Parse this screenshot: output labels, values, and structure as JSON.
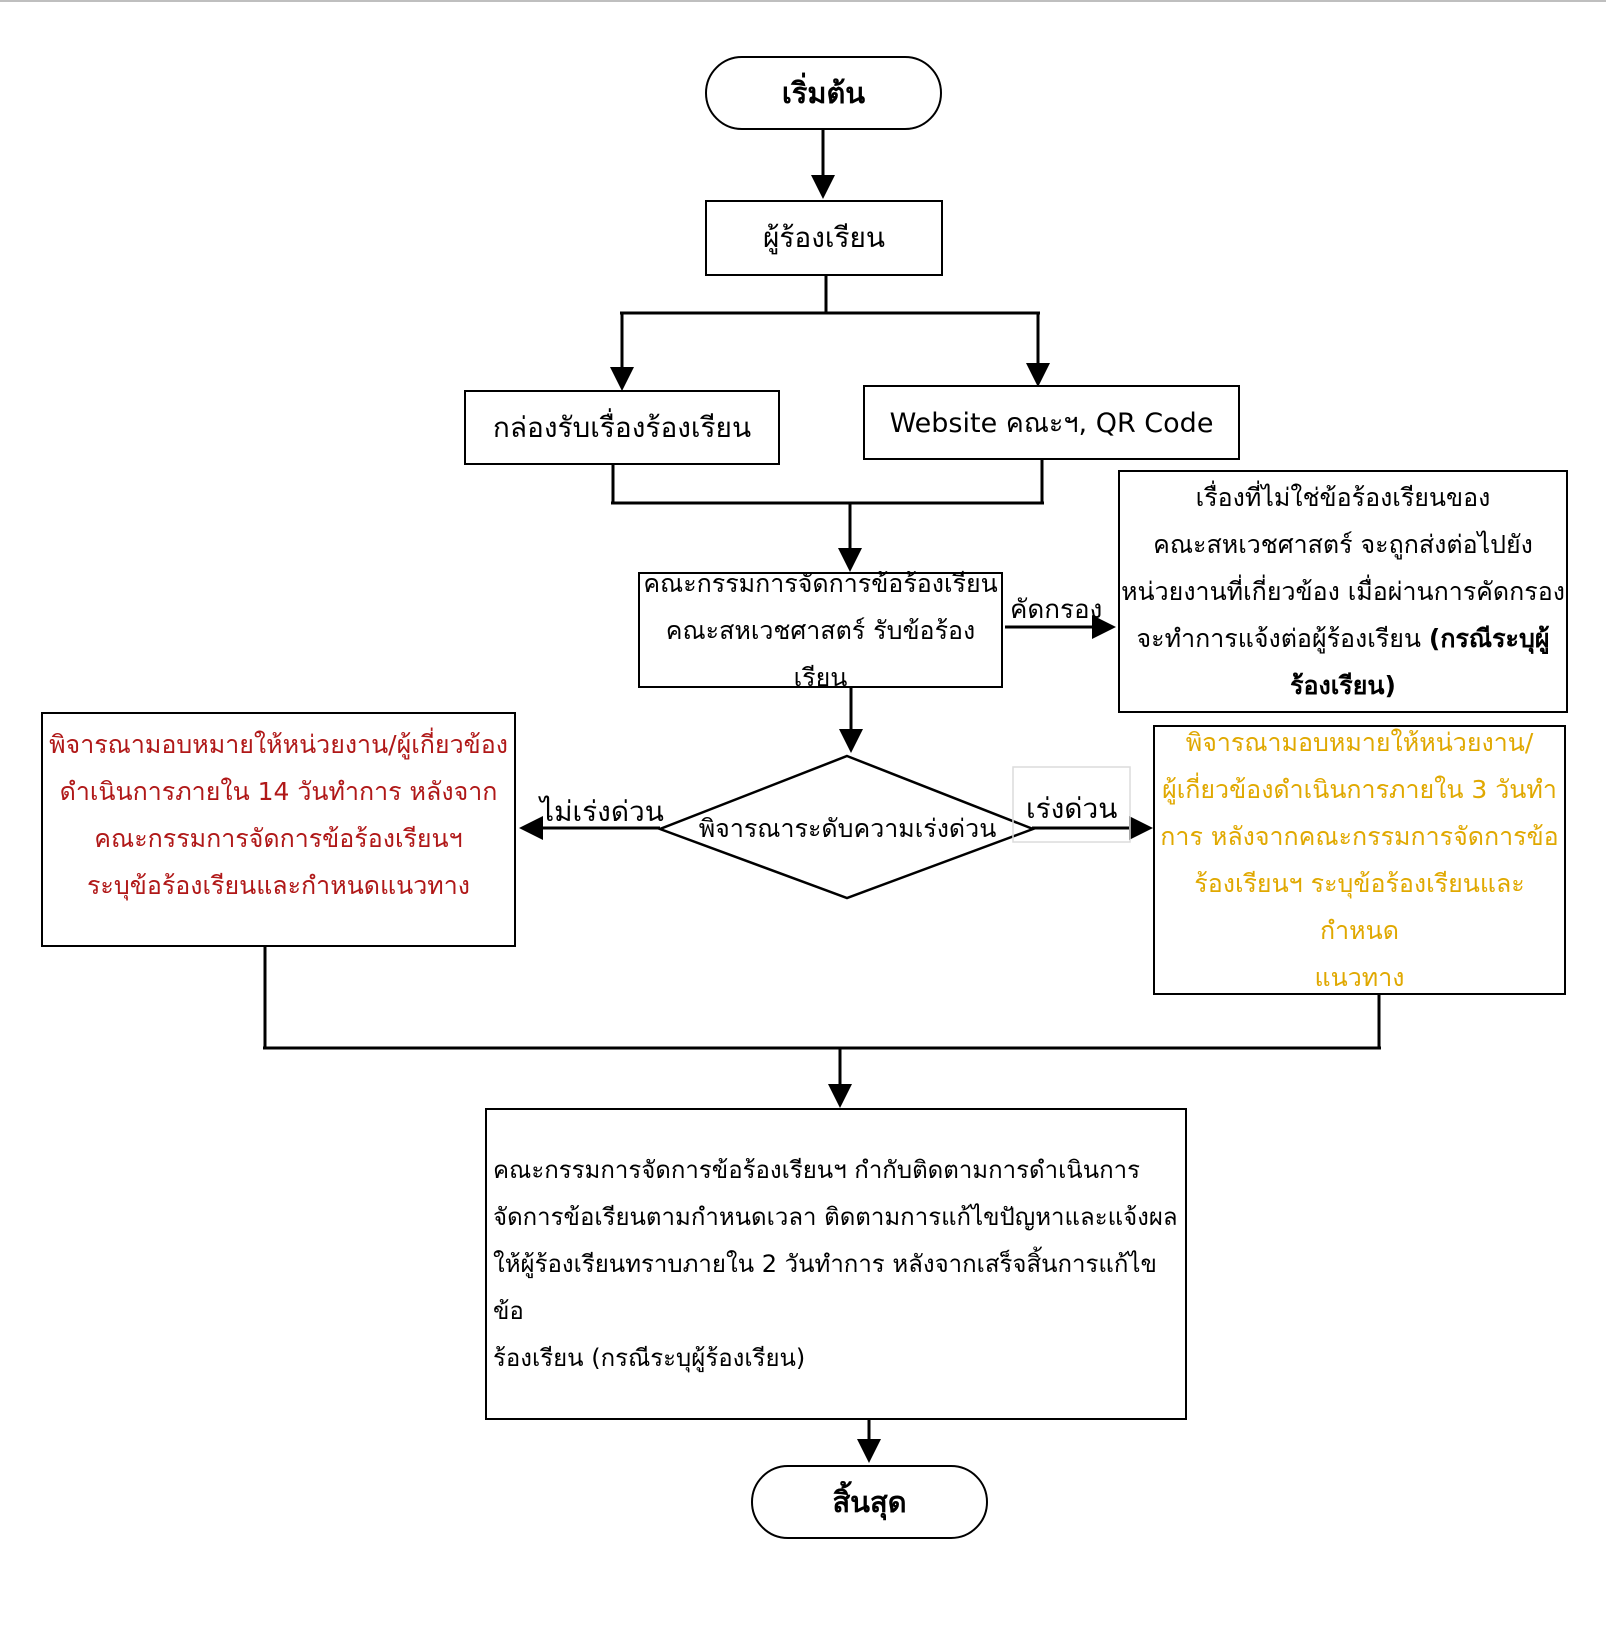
{
  "nodes": {
    "start": "เริ่มต้น",
    "complainant": "ผู้ร้องเรียน",
    "box": "กล่องรับเรื่องร้องเรียน",
    "website": "Website คณะฯ, QR Code",
    "committee_receive": {
      "line1": "คณะกรรมการจัดการข้อร้องเรียน",
      "line2": "คณะสหเวชศาสตร์ รับข้อร้องเรียน"
    },
    "not_related": {
      "line1": "เรื่องที่ไม่ใช่ข้อร้องเรียนของ",
      "line2": "คณะสหเวชศาสตร์ จะถูกส่งต่อไปยัง",
      "line3": "หน่วยงานที่เกี่ยวข้อง เมื่อผ่านการคัดกรอง",
      "line4_normal": "จะทำการแจ้งต่อผู้ร้องเรียน ",
      "line4_bold": "(กรณีระบุผู้",
      "line5_bold": "ร้องเรียน)"
    },
    "decision": "พิจารณาระดับความเร่งด่วน",
    "non_urgent": {
      "line1": "พิจารณามอบหมายให้หน่วยงาน/ผู้เกี่ยวข้อง",
      "line2": "ดำเนินการภายใน 14 วันทำการ หลังจาก",
      "line3": "คณะกรรมการจัดการข้อร้องเรียนฯ",
      "line4": "ระบุข้อร้องเรียนและกำหนดแนวทาง"
    },
    "urgent": {
      "line1": "พิจารณามอบหมายให้หน่วยงาน/",
      "line2": "ผู้เกี่ยวข้องดำเนินการภายใน 3 วันทำ",
      "line3": "การ หลังจากคณะกรรมการจัดการข้อ",
      "line4": "ร้องเรียนฯ ระบุข้อร้องเรียนและกำหนด",
      "line5": "แนวทาง"
    },
    "follow_up": {
      "line1": "คณะกรรมการจัดการข้อร้องเรียนฯ กำกับติดตามการดำเนินการ",
      "line2": "จัดการข้อเรียนตามกำหนดเวลา ติดตามการแก้ไขปัญหาและแจ้งผล",
      "line3": "ให้ผู้ร้องเรียนทราบภายใน 2 วันทำการ หลังจากเสร็จสิ้นการแก้ไขข้อ",
      "line4": "ร้องเรียน (กรณีระบุผู้ร้องเรียน)"
    },
    "end": "สิ้นสุด"
  },
  "edge_labels": {
    "screen": "คัดกรอง",
    "not_urgent": "ไม่เร่งด่วน",
    "urgent": "เร่งด่วน"
  },
  "colors": {
    "non_urgent_text": "#b01818",
    "urgent_text": "#e0a800"
  }
}
